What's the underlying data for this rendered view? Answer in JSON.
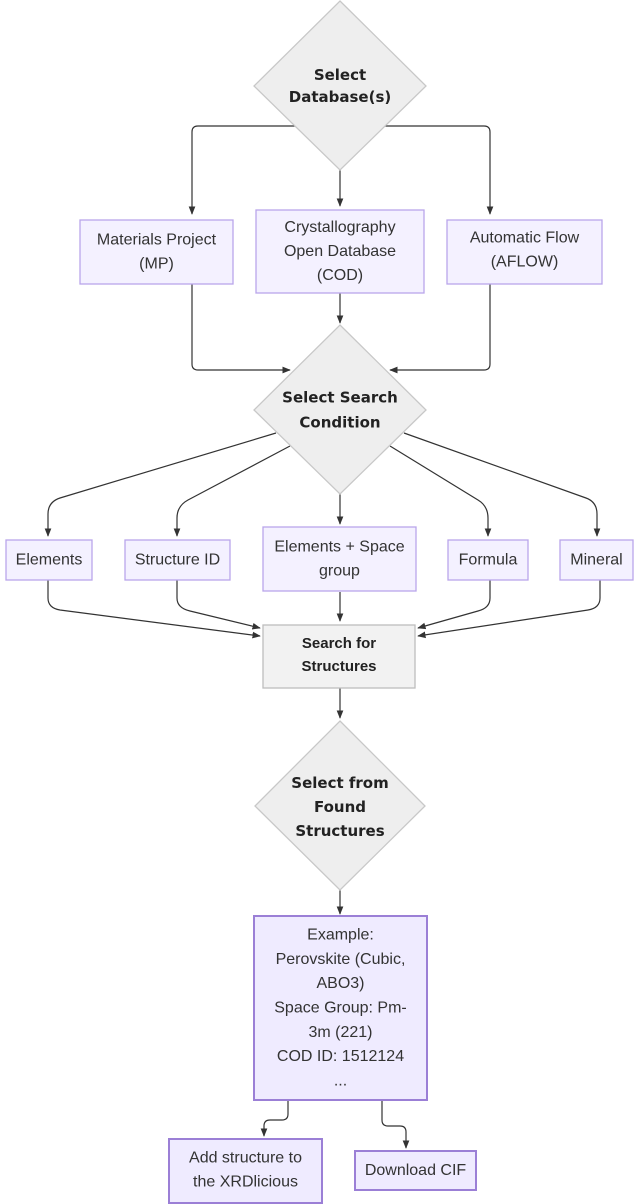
{
  "colors": {
    "process_fill": "#f4f1ff",
    "process_stroke": "#b9a6ea",
    "decision_fill": "#eeeeee",
    "decision_stroke": "#c8c8c8",
    "action_fill": "#f2f2f2",
    "action_stroke": "#bdbdbd",
    "example_fill": "#efebff",
    "example_stroke": "#9b7fd6",
    "edge": "#333333"
  },
  "nodes": {
    "select_database": {
      "lines": [
        "Select",
        "Database(s)"
      ]
    },
    "materials_project": {
      "lines": [
        "Materials Project",
        "(MP)"
      ]
    },
    "cod": {
      "lines": [
        "Crystallography",
        "Open Database",
        "(COD)"
      ]
    },
    "aflow": {
      "lines": [
        "Automatic Flow",
        "(AFLOW)"
      ]
    },
    "select_search_condition": {
      "lines": [
        "Select Search",
        "Condition"
      ]
    },
    "elements": {
      "lines": [
        "Elements"
      ]
    },
    "structure_id": {
      "lines": [
        "Structure ID"
      ]
    },
    "elements_space_group": {
      "lines": [
        "Elements + Space",
        "group"
      ]
    },
    "formula": {
      "lines": [
        "Formula"
      ]
    },
    "mineral": {
      "lines": [
        "Mineral"
      ]
    },
    "search_for_structures": {
      "lines": [
        "Search for",
        "Structures"
      ]
    },
    "select_from_found": {
      "lines": [
        "Select from",
        "Found",
        "Structures"
      ]
    },
    "example": {
      "lines": [
        "Example:",
        "Perovskite (Cubic,",
        "ABO3)",
        "Space Group: Pm-",
        "3m (221)",
        "COD ID: 1512124",
        "..."
      ]
    },
    "add_structure": {
      "lines": [
        "Add structure to",
        "the XRDlicious"
      ]
    },
    "download_cif": {
      "lines": [
        "Download CIF"
      ]
    }
  }
}
